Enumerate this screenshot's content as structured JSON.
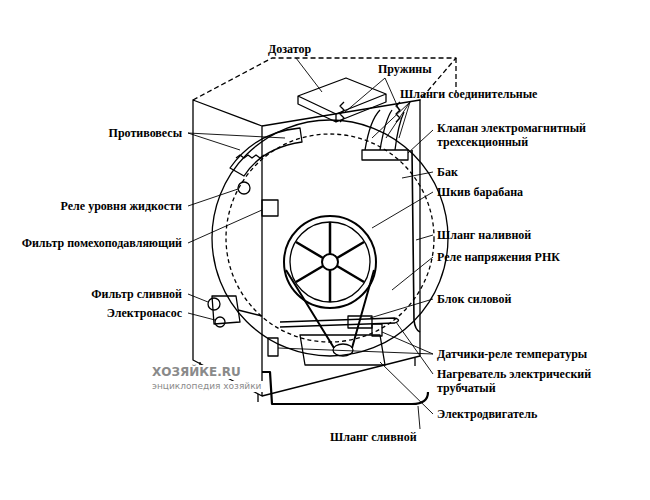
{
  "diagram": {
    "labels": [
      "Дозатор",
      "Пружины",
      "Шланги соединительные",
      "Противовесы",
      "Клапан электромагнитный трехсекционный",
      "Бак",
      "Реле уровня жидкости",
      "Шкив барабана",
      "Фильтр помехоподавляющий",
      "Шланг наливной",
      "Реле напряжения РНК",
      "Фильтр сливной",
      "Блок силовой",
      "Электронасос",
      "Датчики-реле температуры",
      "Нагреватель электрический трубчатый",
      "Электродвигатель",
      "Шланг сливной",
      "ХОЗЯЙКЕ.RU",
      "энциклопедия хозяйки"
    ]
  }
}
